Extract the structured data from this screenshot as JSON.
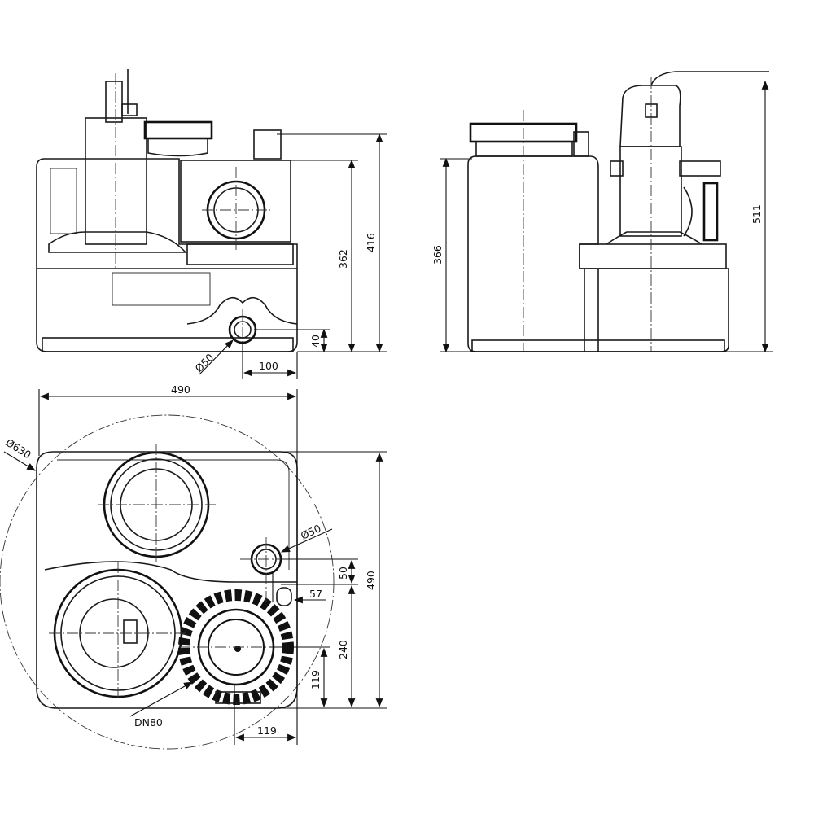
{
  "front_view": {
    "height_total": "416",
    "height_outlet": "362",
    "inlet_height": "40",
    "inlet_diameter": "Ø50",
    "inlet_offset": "100"
  },
  "side_view": {
    "height_tank": "366",
    "height_total": "511"
  },
  "top_view": {
    "width": "490",
    "swing_diameter": "Ø630",
    "inlet_diameter": "Ø50",
    "inlet_spacing": "50",
    "mount_offset": "57",
    "depth": "490",
    "outlet_depth": "240",
    "dn_y_offset": "119",
    "dn_x_offset": "119",
    "dn_label": "DN80"
  }
}
